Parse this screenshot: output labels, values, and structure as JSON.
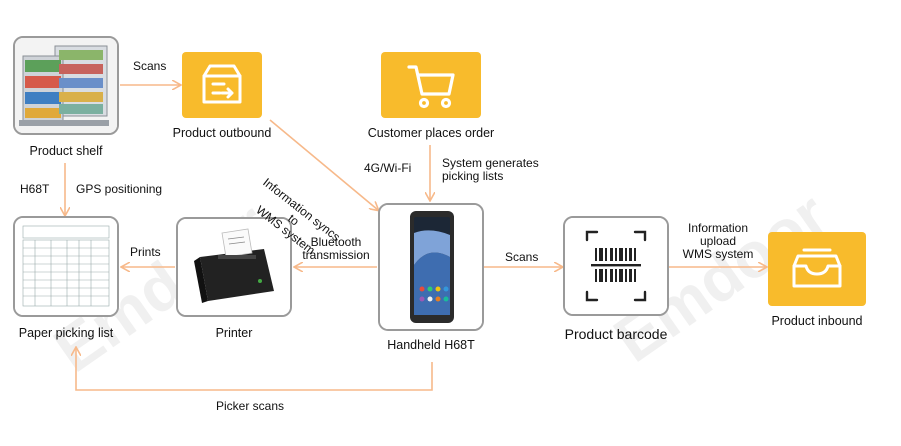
{
  "nodes": {
    "product_shelf": "Product shelf",
    "product_outbound": "Product outbound",
    "customer_order": "Customer places order",
    "paper_list": "Paper picking list",
    "printer": "Printer",
    "handheld": "Handheld H68T",
    "product_barcode": "Product barcode",
    "product_inbound": "Product inbound"
  },
  "edges": {
    "scans_top": "Scans",
    "info_syncs": [
      "Information syncs",
      "to",
      "WMS system"
    ],
    "net": "4G/Wi-Fi",
    "sys_gen": [
      "System generates",
      "picking lists"
    ],
    "h68t": "H68T",
    "gps": "GPS positioning",
    "prints": "Prints",
    "bluetooth": [
      "Bluetooth",
      "transmission"
    ],
    "scans_right": "Scans",
    "info_upload": [
      "Information",
      "upload",
      "WMS system"
    ],
    "picker_scans": "Picker scans"
  },
  "colors": {
    "accent": "#f8bb2c",
    "arrow": "#f7b98a",
    "border": "#9a9a9a"
  },
  "icons": {
    "outbound": "box-arrow-icon",
    "order": "shopping-cart-icon",
    "inbound": "inbox-tray-icon",
    "barcode": "barcode-scan-icon"
  }
}
